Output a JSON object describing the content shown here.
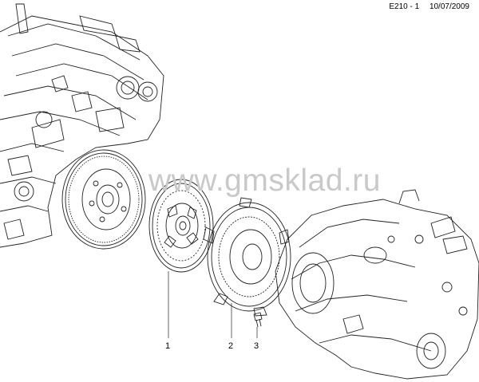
{
  "header": {
    "ref": "E210 - 1",
    "date": "10/07/2009"
  },
  "watermark": "www.gmsklad.ru",
  "callouts": [
    {
      "number": "1"
    },
    {
      "number": "2"
    },
    {
      "number": "3"
    }
  ]
}
